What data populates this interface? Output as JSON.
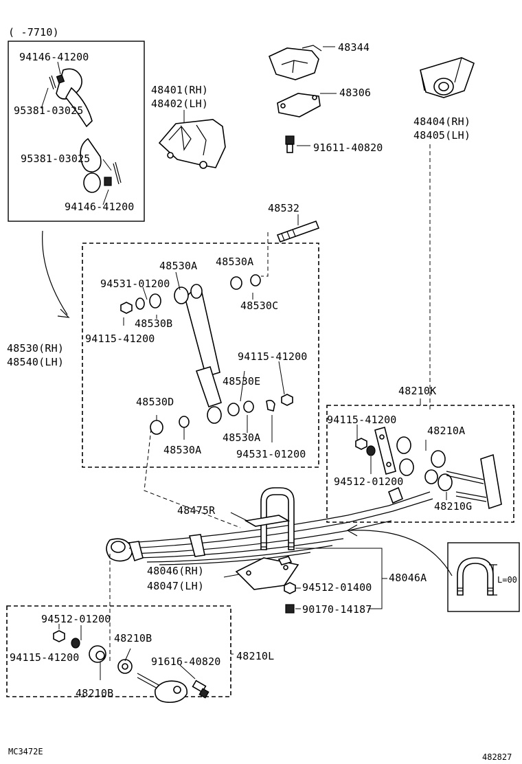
{
  "labels": {
    "note_range": "(    -7710)",
    "p94146_41200_a": "94146-41200",
    "p95381_03025_a": "95381-03025",
    "p95381_03025_b": "95381-03025",
    "p94146_41200_b": "94146-41200",
    "p48401": "48401(RH)",
    "p48402": "48402(LH)",
    "p48344": "48344",
    "p48306": "48306",
    "p91611_40820": "91611-40820",
    "p48404": "48404(RH)",
    "p48405": "48405(LH)",
    "p48532": "48532",
    "p48530A_1": "48530A",
    "p48530A_2": "48530A",
    "p94531_01200_a": "94531-01200",
    "p48530C": "48530C",
    "p48530B": "48530B",
    "p94115_41200_a": "94115-41200",
    "p48530RH": "48530(RH)",
    "p48540LH": "48540(LH)",
    "p94115_41200_b": "94115-41200",
    "p48530E": "48530E",
    "p48530D": "48530D",
    "p48530A_3": "48530A",
    "p48530A_4": "48530A",
    "p94531_01200_b": "94531-01200",
    "p48210K": "48210K",
    "p94115_41200_c": "94115-41200",
    "p48210A": "48210A",
    "p94512_01200_a": "94512-01200",
    "p48210G": "48210G",
    "p48475R": "48475R",
    "p48046": "48046(RH)",
    "p48047": "48047(LH)",
    "p94512_01400": "94512-01400",
    "p48046A": "48046A",
    "p90170_14187": "90170-14187",
    "p94512_01200_b": "94512-01200",
    "p48210B_1": "48210B",
    "p94115_41200_d": "94115-41200",
    "p91616_40820": "91616-40820",
    "p48210L": "48210L",
    "p48210B_2": "48210B",
    "inset_dim": "L=00",
    "code_left": "MC3472E",
    "code_right": "482827"
  }
}
